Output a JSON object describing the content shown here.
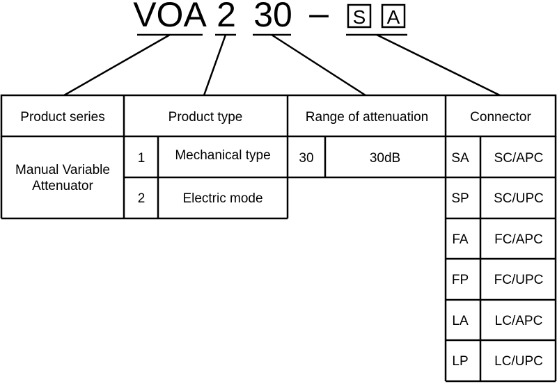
{
  "model_code": {
    "series": "VOA",
    "type": "2",
    "range": "30",
    "dash": "–",
    "connector_letter_1": "S",
    "connector_letter_2": "A"
  },
  "headers": {
    "product_series": "Product series",
    "product_type": "Product type",
    "range_of_attenuation": "Range of attenuation",
    "connector": "Connector"
  },
  "product_series": {
    "line1": "Manual Variable",
    "line2": "Attenuator"
  },
  "product_types": [
    {
      "code": "1",
      "name": "Mechanical type"
    },
    {
      "code": "2",
      "name": "Electric mode"
    }
  ],
  "attenuation": [
    {
      "code": "30",
      "value": "30dB"
    }
  ],
  "connectors": [
    {
      "code": "SA",
      "name": "SC/APC"
    },
    {
      "code": "SP",
      "name": "SC/UPC"
    },
    {
      "code": "FA",
      "name": "FC/APC"
    },
    {
      "code": "FP",
      "name": "FC/UPC"
    },
    {
      "code": "LA",
      "name": "LC/APC"
    },
    {
      "code": "LP",
      "name": "LC/UPC"
    }
  ]
}
